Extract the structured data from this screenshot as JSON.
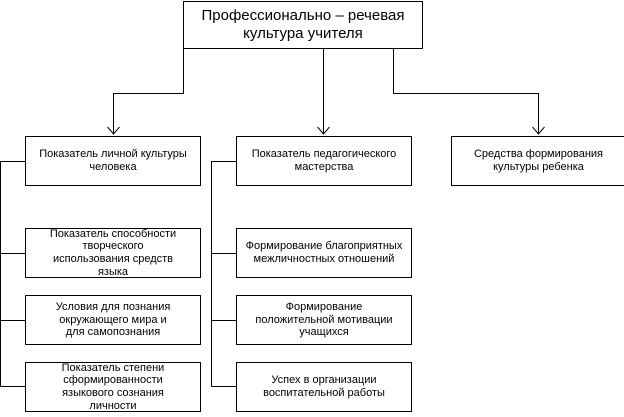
{
  "diagram": {
    "root": "Профессионально – речевая\nкультура учителя",
    "branches": [
      {
        "label": "Показатель личной культуры\nчеловека",
        "children": [
          "Показатель способности\nтворческого\nиспользования средств\nязыка",
          "Условия для познания\nокружающего мира и\nдля самопознания",
          "Показатель степени\nсформированности\nязыкового сознания\nличности"
        ]
      },
      {
        "label": "Показатель педагогического\nмастерства",
        "children": [
          "Формирование благоприятных\nмежличностных отношений",
          "Формирование\nположительной мотивации\nучащихся",
          "Успех в организации\nвоспитательной работы"
        ]
      },
      {
        "label": "Средства формирования\nкультуры ребенка",
        "children": []
      }
    ]
  }
}
